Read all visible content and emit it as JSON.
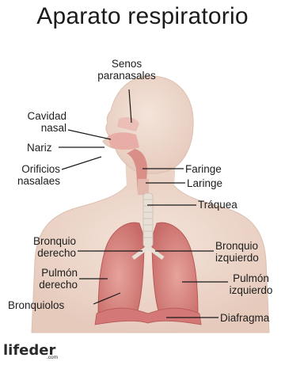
{
  "title": "Aparato respiratorio",
  "labels": {
    "senos_line1": "Senos",
    "senos_line2": "paranasales",
    "cavidad_line1": "Cavidad",
    "cavidad_line2": "nasal",
    "nariz": "Nariz",
    "orificios_line1": "Orificios",
    "orificios_line2": "nasalaes",
    "faringe": "Faringe",
    "laringe": "Laringe",
    "traquea": "Tráquea",
    "bronquio_der_line1": "Bronquio",
    "bronquio_der_line2": "derecho",
    "bronquio_izq_line1": "Bronquio",
    "bronquio_izq_line2": "izquierdo",
    "pulmon_der_line1": "Pulmón",
    "pulmon_der_line2": "derecho",
    "pulmon_izq_line1": "Pulmón",
    "pulmon_izq_line2": "izquierdo",
    "bronquiolos": "Bronquiolos",
    "diafragma": "Diafragma"
  },
  "watermark": {
    "brand": "lifeder",
    "tld": ".com"
  },
  "colors": {
    "skin": "#efdcd0",
    "skin_shadow": "#e2c7b8",
    "lung": "#dc8c86",
    "lung_dark": "#c4615e",
    "diaphragm": "#d37777",
    "trachea": "#e8dfd6",
    "leader": "#1a1a1a"
  }
}
